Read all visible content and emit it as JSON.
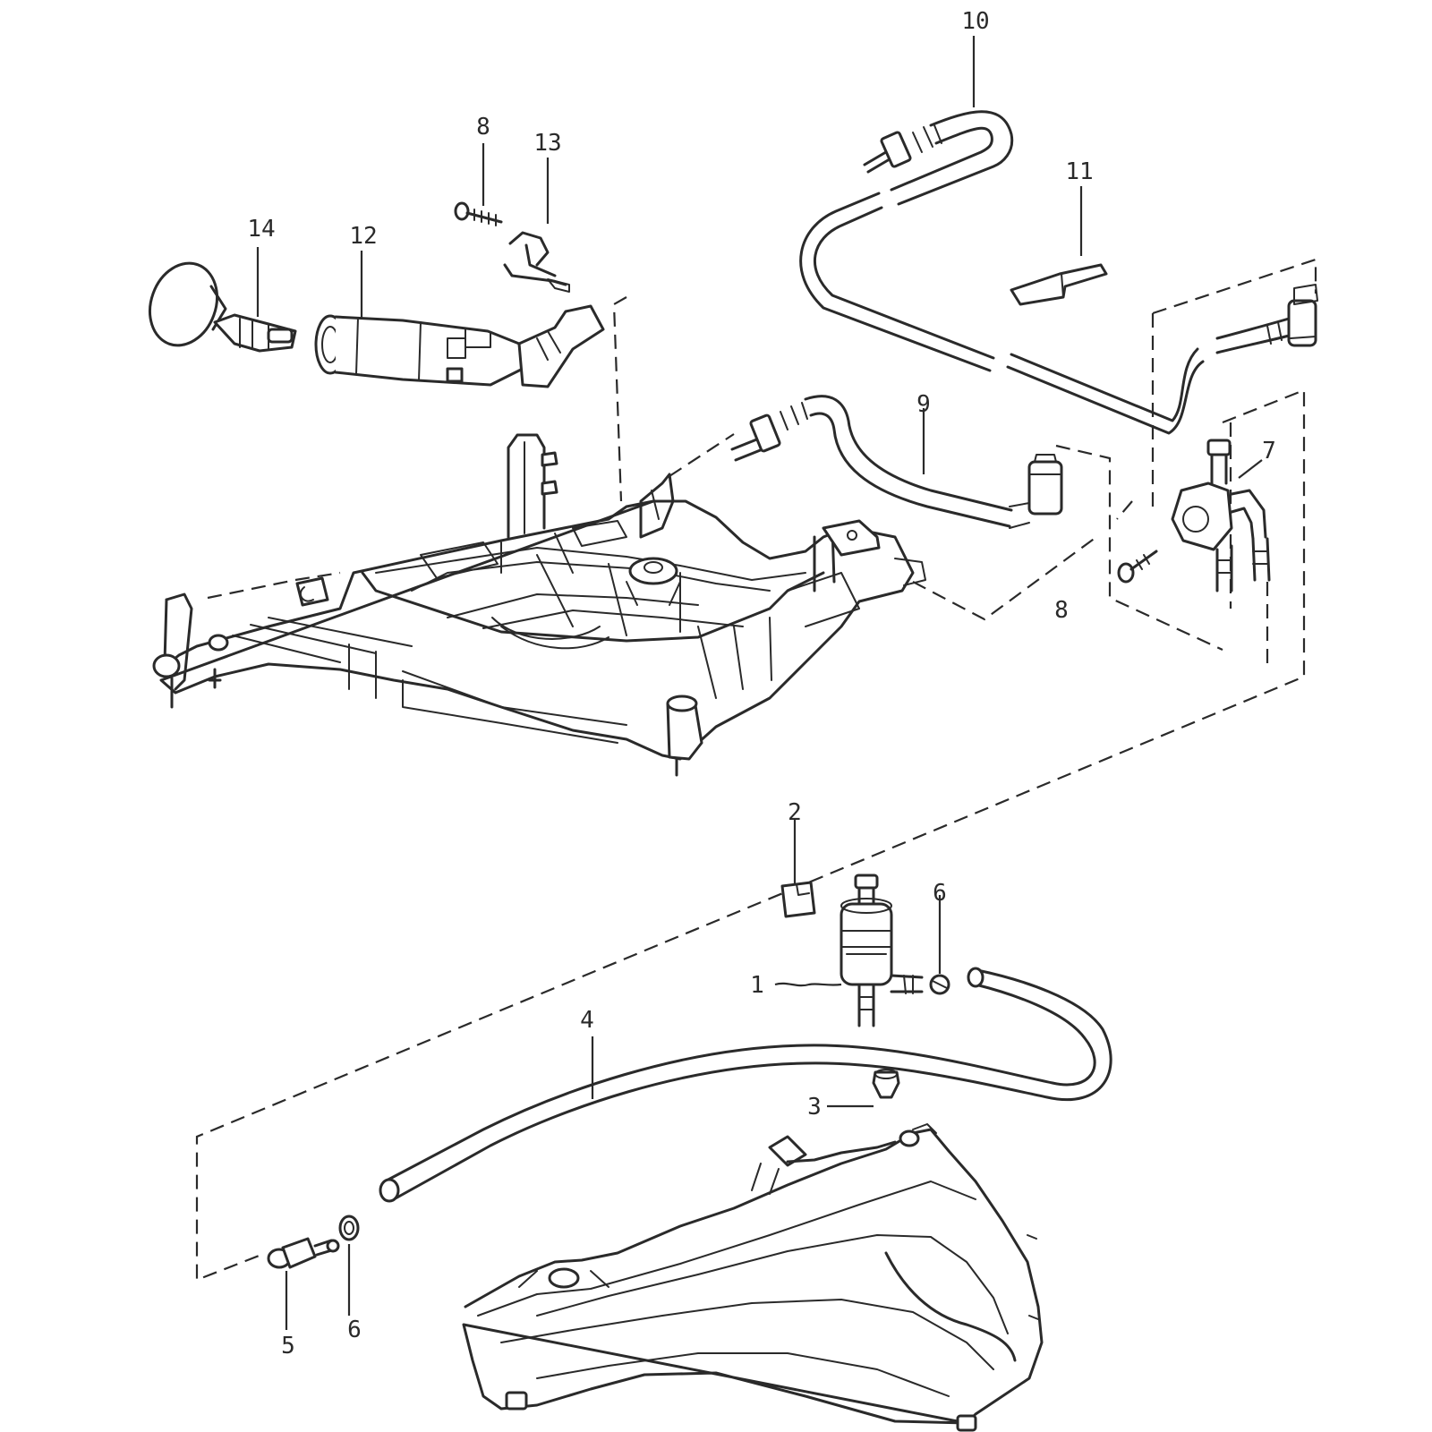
{
  "diagram": {
    "callouts": {
      "c1": "1",
      "c2": "2",
      "c3": "3",
      "c4": "4",
      "c5": "5",
      "c6a": "6",
      "c6b": "6",
      "c7": "7",
      "c8a": "8",
      "c8b": "8",
      "c9": "9",
      "c10": "10",
      "c11": "11",
      "c12": "12",
      "c13": "13",
      "c14": "14"
    }
  }
}
